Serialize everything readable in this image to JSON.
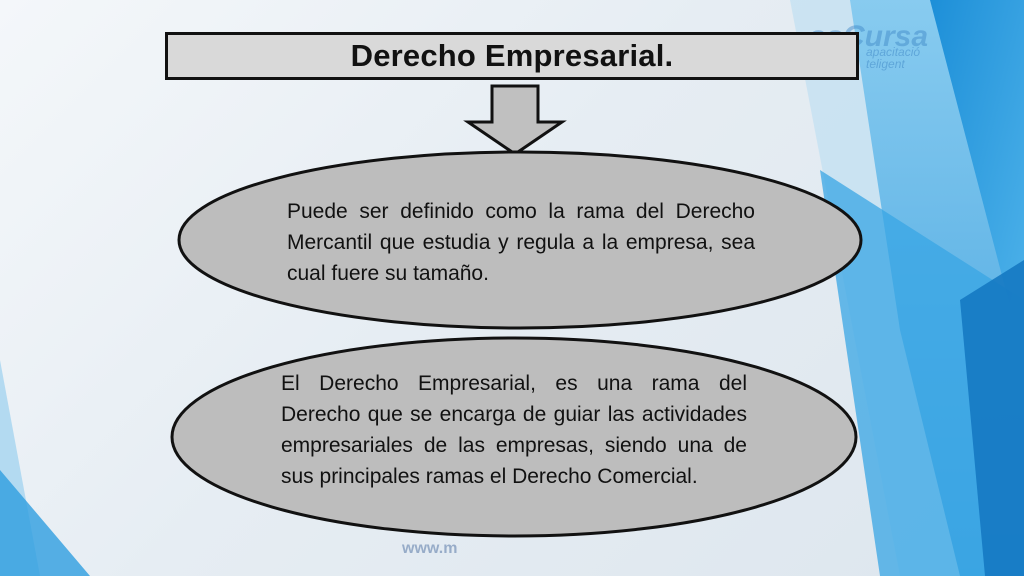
{
  "title": "Derecho Empresarial.",
  "ovals": [
    {
      "text": "Puede ser definido como la rama del Derecho Mercantil que estudia y regula a la empresa, sea cual fuere su tamaño."
    },
    {
      "text": "El Derecho Empresarial, es una  rama del Derecho que se encarga de guiar las actividades empresariales de las empresas, siendo una de sus principales ramas el Derecho Comercial."
    }
  ],
  "watermark": {
    "logo": "osCursa",
    "tagline_1": "apacitació",
    "tagline_2": "teligent",
    "url": "www.m"
  },
  "colors": {
    "title_fill": "#d9d9d9",
    "oval_fill": "#bdbdbd",
    "arrow_fill": "#c0c0c0",
    "accent_blue": "#2f9fe0"
  }
}
